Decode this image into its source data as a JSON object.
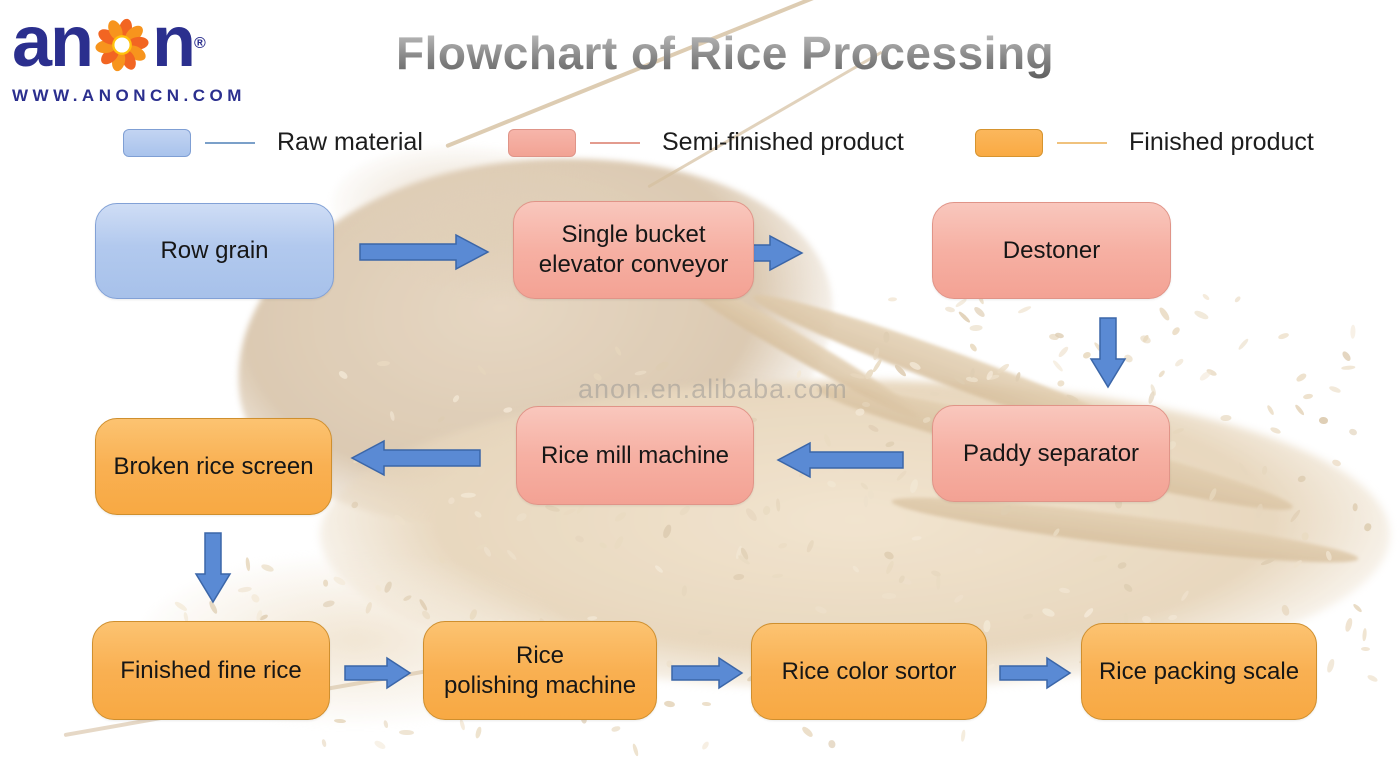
{
  "logo": {
    "brand_left": "an",
    "brand_right": "n",
    "registered": "®",
    "icon": "sun-aperture",
    "website": "WWW.ANONCN.COM"
  },
  "title": "Flowchart of Rice Processing",
  "watermark": "anon.en.alibaba.com",
  "legend": [
    {
      "label": "Raw material",
      "type": "raw"
    },
    {
      "label": "Semi-finished product",
      "type": "semi"
    },
    {
      "label": "Finished product",
      "type": "finished"
    }
  ],
  "colors": {
    "raw": "#b2c9ee",
    "semi": "#f6b0a3",
    "finished": "#f9b052",
    "arrow": "#5a8ad4",
    "brand_blue": "#2b2f8e"
  },
  "nodes": [
    {
      "id": "row-grain",
      "label": "Row grain",
      "type": "raw"
    },
    {
      "id": "single-bucket-elevator-conveyor",
      "label": "Single bucket\nelevator conveyor",
      "type": "semi"
    },
    {
      "id": "destoner",
      "label": "Destoner",
      "type": "semi"
    },
    {
      "id": "paddy-separator",
      "label": "Paddy separator",
      "type": "semi"
    },
    {
      "id": "rice-mill-machine",
      "label": "Rice mill machine",
      "type": "semi"
    },
    {
      "id": "broken-rice-screen",
      "label": "Broken rice screen",
      "type": "finished"
    },
    {
      "id": "finished-fine-rice",
      "label": "Finished fine rice",
      "type": "finished"
    },
    {
      "id": "rice-polishing-machine",
      "label": "Rice\npolishing machine",
      "type": "finished"
    },
    {
      "id": "rice-color-sortor",
      "label": "Rice color sortor",
      "type": "finished"
    },
    {
      "id": "rice-packing-scale",
      "label": "Rice packing scale",
      "type": "finished"
    }
  ],
  "edges": [
    {
      "from": "row-grain",
      "to": "single-bucket-elevator-conveyor"
    },
    {
      "from": "single-bucket-elevator-conveyor",
      "to": "destoner"
    },
    {
      "from": "destoner",
      "to": "paddy-separator"
    },
    {
      "from": "paddy-separator",
      "to": "rice-mill-machine"
    },
    {
      "from": "rice-mill-machine",
      "to": "broken-rice-screen"
    },
    {
      "from": "broken-rice-screen",
      "to": "finished-fine-rice"
    },
    {
      "from": "finished-fine-rice",
      "to": "rice-polishing-machine"
    },
    {
      "from": "rice-polishing-machine",
      "to": "rice-color-sortor"
    },
    {
      "from": "rice-color-sortor",
      "to": "rice-packing-scale"
    }
  ]
}
